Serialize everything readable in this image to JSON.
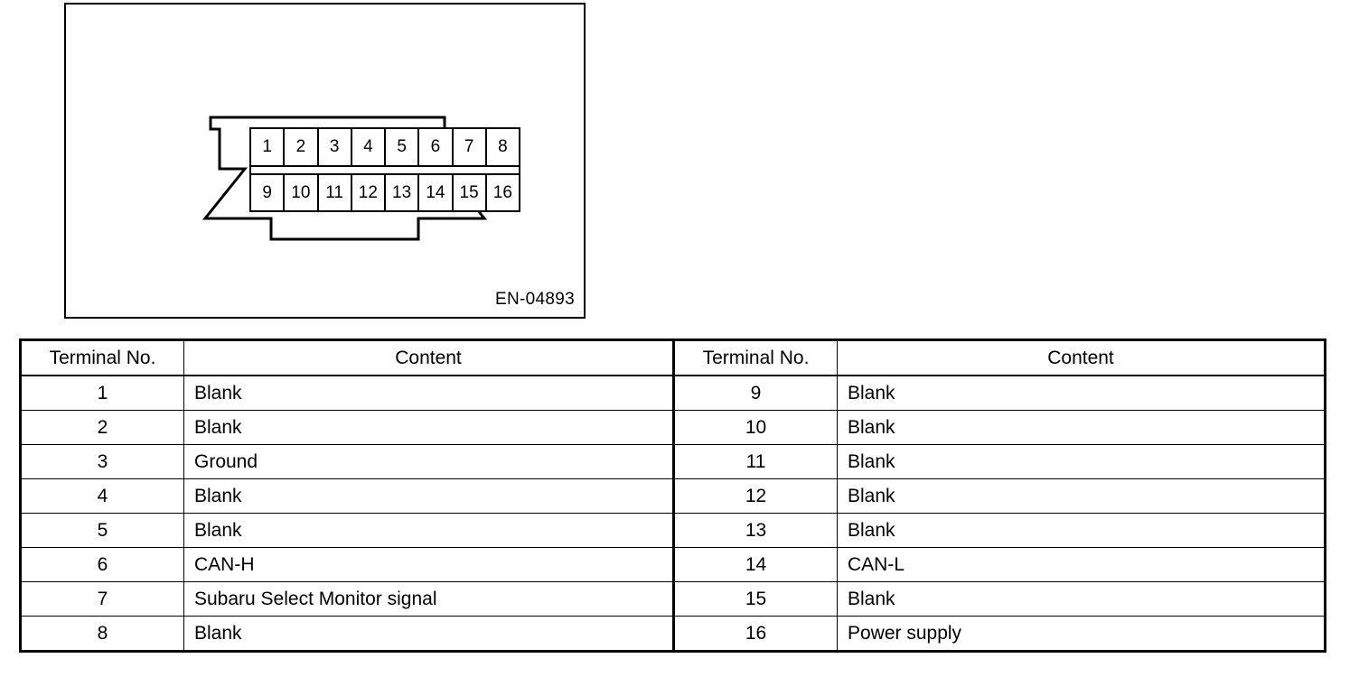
{
  "figure": {
    "caption": "EN-04893",
    "connector": {
      "name": "data-link-connector",
      "top_row_pins": [
        "1",
        "2",
        "3",
        "4",
        "5",
        "6",
        "7",
        "8"
      ],
      "bottom_row_pins": [
        "9",
        "10",
        "11",
        "12",
        "13",
        "14",
        "15",
        "16"
      ]
    }
  },
  "table": {
    "headers": {
      "terminal": "Terminal No.",
      "content": "Content"
    },
    "left_rows": [
      {
        "terminal": "1",
        "content": "Blank"
      },
      {
        "terminal": "2",
        "content": "Blank"
      },
      {
        "terminal": "3",
        "content": "Ground"
      },
      {
        "terminal": "4",
        "content": "Blank"
      },
      {
        "terminal": "5",
        "content": "Blank"
      },
      {
        "terminal": "6",
        "content": "CAN-H"
      },
      {
        "terminal": "7",
        "content": "Subaru Select Monitor signal"
      },
      {
        "terminal": "8",
        "content": "Blank"
      }
    ],
    "right_rows": [
      {
        "terminal": "9",
        "content": "Blank"
      },
      {
        "terminal": "10",
        "content": "Blank"
      },
      {
        "terminal": "11",
        "content": "Blank"
      },
      {
        "terminal": "12",
        "content": "Blank"
      },
      {
        "terminal": "13",
        "content": "Blank"
      },
      {
        "terminal": "14",
        "content": "CAN-L"
      },
      {
        "terminal": "15",
        "content": "Blank"
      },
      {
        "terminal": "16",
        "content": "Power supply"
      }
    ]
  },
  "colors": {
    "ink": "#000000",
    "paper": "#ffffff"
  }
}
